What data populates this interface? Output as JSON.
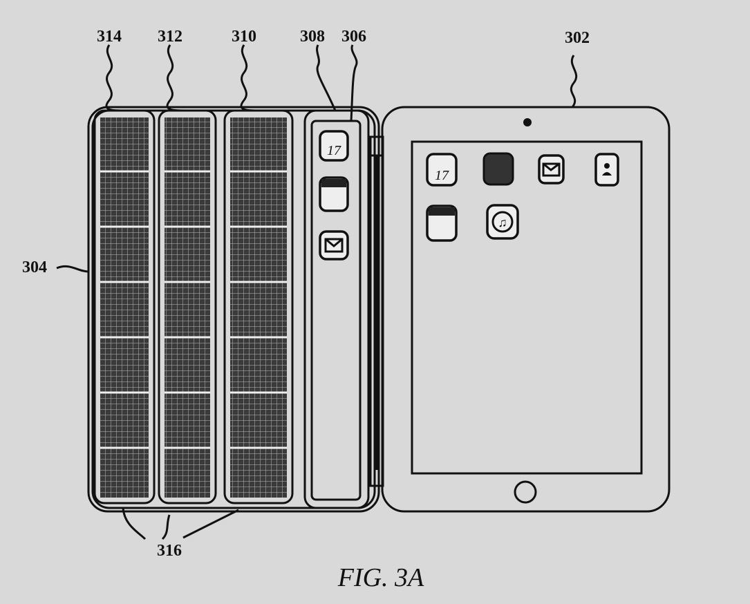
{
  "figure": {
    "caption": "FIG. 3A",
    "reference_numerals": {
      "tablet": "302",
      "cover": "304",
      "panel_inner_strip": "306",
      "panel_display": "308",
      "panel_3": "310",
      "panel_2": "312",
      "panel_1": "314",
      "solar_cells": "316"
    },
    "calendar_icon_day": "17"
  },
  "colors": {
    "background": "#d9d9d9",
    "ink": "#111111",
    "cell_dark": "#3a3a3a"
  }
}
